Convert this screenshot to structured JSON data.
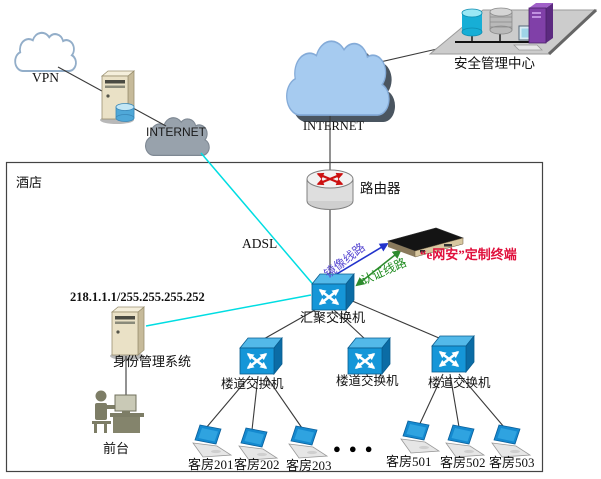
{
  "colors": {
    "adsl_line": "#00dde2",
    "mirror_line": "#2233cc",
    "auth_line": "#2e8b2e",
    "terminal_label": "#e0103c",
    "switch_blue": "#1596d8",
    "cloud_blue": "#a6cbf0",
    "cloud_gray": "#98a2ac"
  },
  "external": {
    "vpn_cloud": {
      "label": "VPN",
      "icon": "cloud-outline-icon"
    },
    "gateway_server": {
      "icon": "server-tower-icon"
    },
    "internet_cloud_small": {
      "label": "INTERNET",
      "icon": "cloud-gray-icon"
    },
    "internet_cloud_large": {
      "label": "INTERNET",
      "icon": "cloud-blue-icon"
    },
    "security_center": {
      "label": "安全管理中心",
      "icon": "server-platform-icon"
    }
  },
  "hotel": {
    "label": "酒店",
    "router": {
      "label": "路由器",
      "icon": "router-icon"
    },
    "adsl_label": "ADSL",
    "terminal": {
      "label": "“e网安”定制终端",
      "icon": "rack-terminal-icon"
    },
    "mirror_line_label": "镜像线路",
    "auth_line_label": "认证线路",
    "core_switch": {
      "label": "汇聚交换机",
      "icon": "switch-icon"
    },
    "id_server": {
      "ip": "218.1.1.1/255.255.255.252",
      "label": "身份管理系统",
      "icon": "server-tower-icon"
    },
    "front_desk": {
      "label": "前台",
      "icon": "person-desk-icon"
    },
    "floor_switches": [
      {
        "label": "楼道交换机"
      },
      {
        "label": "楼道交换机"
      },
      {
        "label": "楼道交换机"
      }
    ],
    "rooms": [
      {
        "label": "客房201"
      },
      {
        "label": "客房202"
      },
      {
        "label": "客房203"
      },
      {
        "label": "客房501"
      },
      {
        "label": "客房502"
      },
      {
        "label": "客房503"
      }
    ],
    "ellipsis": "●●●"
  }
}
